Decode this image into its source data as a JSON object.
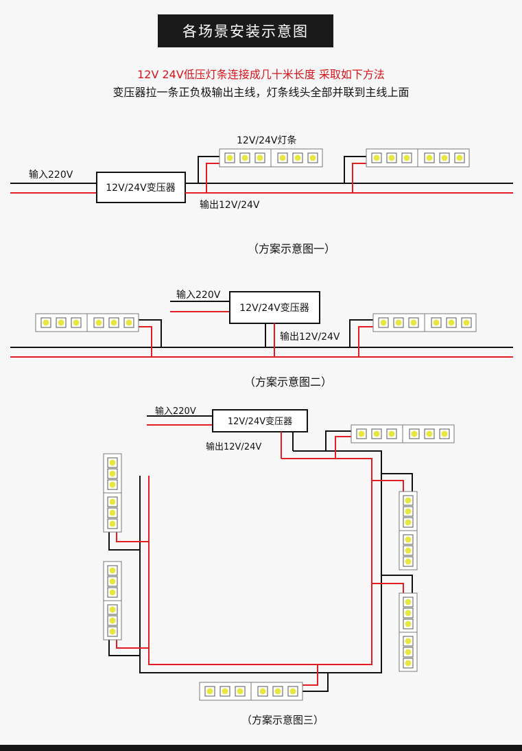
{
  "title": "各场景安装示意图",
  "subtitle_line1": "12V 24V低压灯条连接成几十米长度 采取如下方法",
  "subtitle_line2": "变压器拉一条正负极输出主线，灯条线头全部并联到主线上面",
  "colors": {
    "positive_wire": "#e31b23",
    "negative_wire": "#111111",
    "led": "#e8e640"
  },
  "scheme1": {
    "input_label": "输入220V",
    "transformer_label": "12V/24V变压器",
    "strip_label": "12V/24V灯条",
    "output_label": "输出12V/24V",
    "caption": "（方案示意图一）"
  },
  "scheme2": {
    "input_label": "输入220V",
    "transformer_label": "12V/24V变压器",
    "output_label": "输出12V/24V",
    "caption": "（方案示意图二）"
  },
  "scheme3": {
    "input_label": "输入220V",
    "transformer_label": "12V/24V变压器",
    "output_label": "输出12V/24V",
    "caption": "（方案示意图三）"
  }
}
